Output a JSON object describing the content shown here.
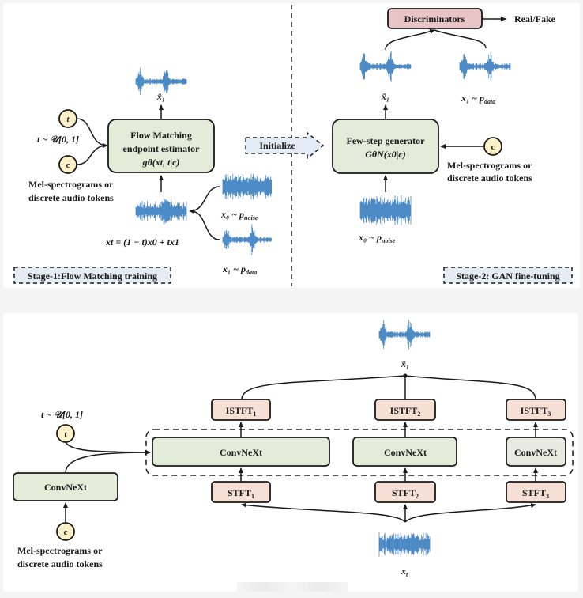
{
  "colors": {
    "green_box": "#e2ecd8",
    "pink_box": "#e8c4c6",
    "peach_box": "#f6e0d6",
    "gray_box": "#e8eae2",
    "circle": "#fcf0c8",
    "wave": "#3a7fc1",
    "initialize_fill": "#e3ecf5",
    "stage_label_fill": "#e6ecf3"
  },
  "stage1": {
    "label": "Stage-1:Flow Matching training",
    "box": {
      "line1": "Flow Matching",
      "line2": "endpoint estimator",
      "formula": "gθ(xt, t|c)"
    },
    "t_circle": "t",
    "c_circle": "c",
    "t_dist": "t ~ 𝒰[0, 1]",
    "cond_line1": "Mel-spectrograms or",
    "cond_line2": "discrete audio tokens",
    "output_label": "x̂₁",
    "xt_formula": "xt = (1 − t)x0 + tx1",
    "x0_label": "x₀ ~ p",
    "x0_sub": "noise",
    "x1_label": "x₁ ~ p",
    "x1_sub": "data"
  },
  "initialize": "Initialize",
  "stage2": {
    "label": "Stage-2: GAN fine-tuning",
    "discriminators": "Discriminators",
    "real_fake": "Real/Fake",
    "box": {
      "line1": "Few-step generator",
      "formula": "GθN(x0|c)"
    },
    "c_circle": "c",
    "cond_line1": "Mel-spectrograms or",
    "cond_line2": "discrete audio tokens",
    "output_label": "x̂₁",
    "x1_label": "x₁ ~ p",
    "x1_sub": "data",
    "x0_label": "x₀ ~ p",
    "x0_sub": "noise"
  },
  "architecture": {
    "t_dist": "t ~ 𝒰[0, 1]",
    "t_circle": "t",
    "c_circle": "c",
    "cond_line1": "Mel-spectrograms or",
    "cond_line2": "discrete audio tokens",
    "cond_block": "ConvNeXt",
    "branches": [
      {
        "istft": "ISTFT",
        "idx": "1",
        "convnext": "ConvNeXt",
        "stft": "STFT"
      },
      {
        "istft": "ISTFT",
        "idx": "2",
        "convnext": "ConvNeXt",
        "stft": "STFT"
      },
      {
        "istft": "ISTFT",
        "idx": "3",
        "convnext": "ConvNeXt",
        "stft": "STFT"
      }
    ],
    "output_label": "x̂₁",
    "input_label": "x",
    "input_sub": "t"
  }
}
